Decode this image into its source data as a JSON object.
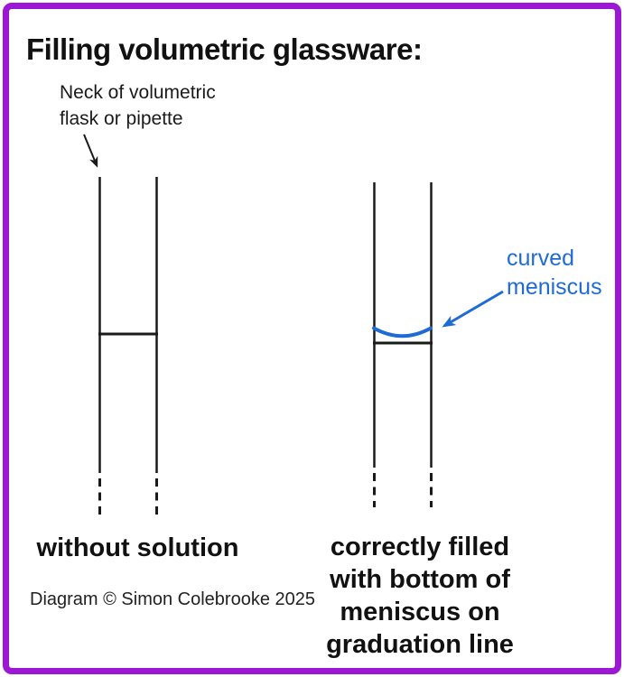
{
  "title": "Filling volumetric glassware:",
  "annotations": {
    "neck_label": "Neck of volumetric\nflask or pipette",
    "meniscus_label": "curved\nmeniscus"
  },
  "captions": {
    "left": "without solution",
    "right": "correctly filled\nwith bottom of\nmeniscus on\ngraduation line"
  },
  "footer": {
    "copyright": "Diagram © Simon Colebrooke 2025"
  },
  "icons": {
    "neck_pointer": "black-down-left-arrow",
    "meniscus_pointer": "blue-down-left-arrow"
  },
  "colors": {
    "border_purple": "#9c18d4",
    "accent_blue": "#1f6bd4",
    "ink": "#1a1a1a"
  }
}
